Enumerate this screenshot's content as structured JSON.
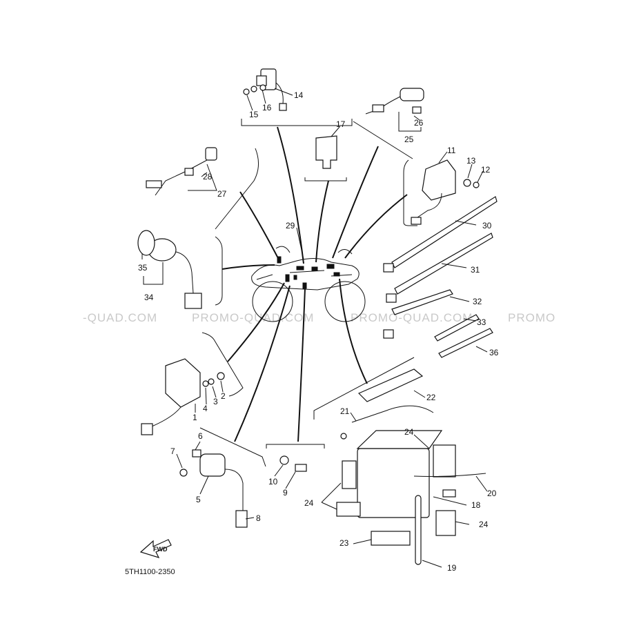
{
  "callouts": [
    "1",
    "2",
    "3",
    "4",
    "5",
    "6",
    "7",
    "8",
    "9",
    "10",
    "11",
    "12",
    "13",
    "14",
    "15",
    "16",
    "17",
    "18",
    "19",
    "20",
    "21",
    "22",
    "23",
    "24",
    "25",
    "26",
    "27",
    "28",
    "29",
    "30",
    "31",
    "32",
    "33",
    "34",
    "35",
    "36"
  ],
  "watermark": [
    "-QUAD.COM",
    "PROMO-QUAD.COM",
    "PROMO-QUAD.COM",
    "PROMO"
  ],
  "fwd_label": "FWD",
  "reference_code": "5TH1100-2350"
}
